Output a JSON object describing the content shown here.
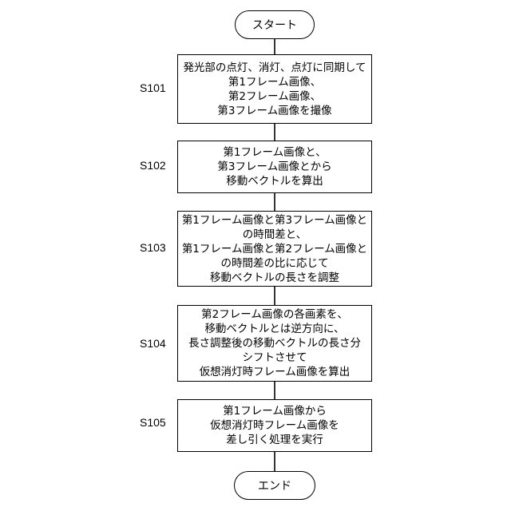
{
  "start": "スタート",
  "end": "エンド",
  "steps": [
    {
      "label": "S101",
      "lines": [
        "発光部の点灯、消灯、点灯に同期して",
        "第1フレーム画像、",
        "第2フレーム画像、",
        "第3フレーム画像を撮像"
      ]
    },
    {
      "label": "S102",
      "lines": [
        "第1フレーム画像と、",
        "第3フレーム画像とから",
        "移動ベクトルを算出"
      ]
    },
    {
      "label": "S103",
      "lines": [
        "第1フレーム画像と第3フレーム画像と",
        "の時間差と、",
        "第1フレーム画像と第2フレーム画像と",
        "の時間差の比に応じて",
        "移動ベクトルの長さを調整"
      ]
    },
    {
      "label": "S104",
      "lines": [
        "第2フレーム画像の各画素を、",
        "移動ベクトルとは逆方向に、",
        "長さ調整後の移動ベクトルの長さ分",
        "シフトさせて",
        "仮想消灯時フレーム画像を算出"
      ]
    },
    {
      "label": "S105",
      "lines": [
        "第1フレーム画像から",
        "仮想消灯時フレーム画像を",
        "差し引く処理を実行"
      ]
    }
  ]
}
